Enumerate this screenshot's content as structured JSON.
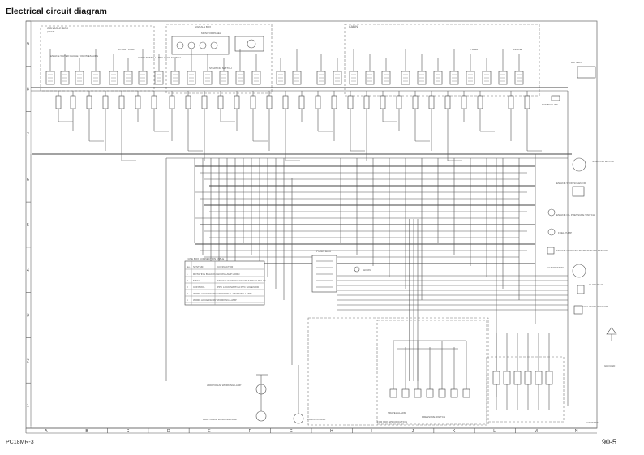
{
  "title": "Electrical circuit diagram",
  "footer": {
    "model": "PC18MR-3",
    "page": "90-5"
  },
  "grid": {
    "columns": [
      "A",
      "B",
      "C",
      "D",
      "E",
      "F",
      "G",
      "H",
      "I",
      "J",
      "K",
      "L",
      "M",
      "N"
    ],
    "rows": [
      "9",
      "8",
      "7",
      "6",
      "5",
      "4",
      "3",
      "2",
      "1"
    ]
  },
  "fuse_table": {
    "title": "FUSE BOX CONNECTION TABLE",
    "headers": [
      "No.",
      "SYSTEM",
      "CONNECTOR"
    ],
    "rows": [
      {
        "no": "1",
        "system": "ROTATING BEACON",
        "connector": "HORN LAMP HORN"
      },
      {
        "no": "2",
        "system": "MAIN",
        "connector": "ENGINE STOP SOLENOID SAFETY RELAY"
      },
      {
        "no": "3",
        "system": "CONTROL",
        "connector": "PPC LOCK SWITCH PPC SOLENOID"
      },
      {
        "no": "4",
        "system": "WORK ACCESSORY",
        "connector": "ADDITIONAL WORKING LAMP"
      },
      {
        "no": "5",
        "system": "WORK ACCESSORY",
        "connector": "WORKING LAMP"
      }
    ]
  },
  "labels": {
    "console_box": "CONSOLE BOX",
    "console_sub": "(LEFT)",
    "gauge_group": "ENGINE WATER GAUGE / OIL PRESSURE",
    "rotary_lamp": "ROTARY LAMP",
    "ppc_lock": "PPC LOCK SWITCH",
    "horn_switch": "HORN SWITCH",
    "starting_switch": "STARTING SWITCH",
    "signal_box": "SIGNALS BOX",
    "monitor_panel": "MONITOR PANEL",
    "cabin": "CABIN",
    "timer": "TIMER",
    "engine": "ENGINE",
    "battery": "BATTERY",
    "fusible_link": "FUSIBLE LINK",
    "starting_motor": "STARTING MOTOR",
    "engine_stop_solenoid": "ENGINE STOP SOLENOID",
    "engine_oil_pressure_switch": "ENGINE OIL PRESSURE SWITCH",
    "fuel_pump": "FUEL PUMP",
    "engine_coolant_sensor": "ENGINE COOLANT TEMPERATURE SENSOR",
    "alternator": "ALTERNATOR",
    "glow_plug": "GLOW PLUG",
    "fuel_level_sensor": "FUEL LEVEL SENSOR",
    "fuse_box": "FUSE BOX",
    "horn": "HORN",
    "additional_work_lamp": "ADDITIONAL WORKING LAMP",
    "additional_work_lamp_2": "ADDITIONAL WORKING LAMP",
    "working_lamp": "WORKING LAMP",
    "for_kdk": "FOR KDK SPECIFICATION",
    "pressure_switch": "PRESSURE SWITCH",
    "travel_alarm": "TRAVEL ALARM",
    "ground": "GROUND",
    "drawing_no": "SAP7XXXX"
  }
}
